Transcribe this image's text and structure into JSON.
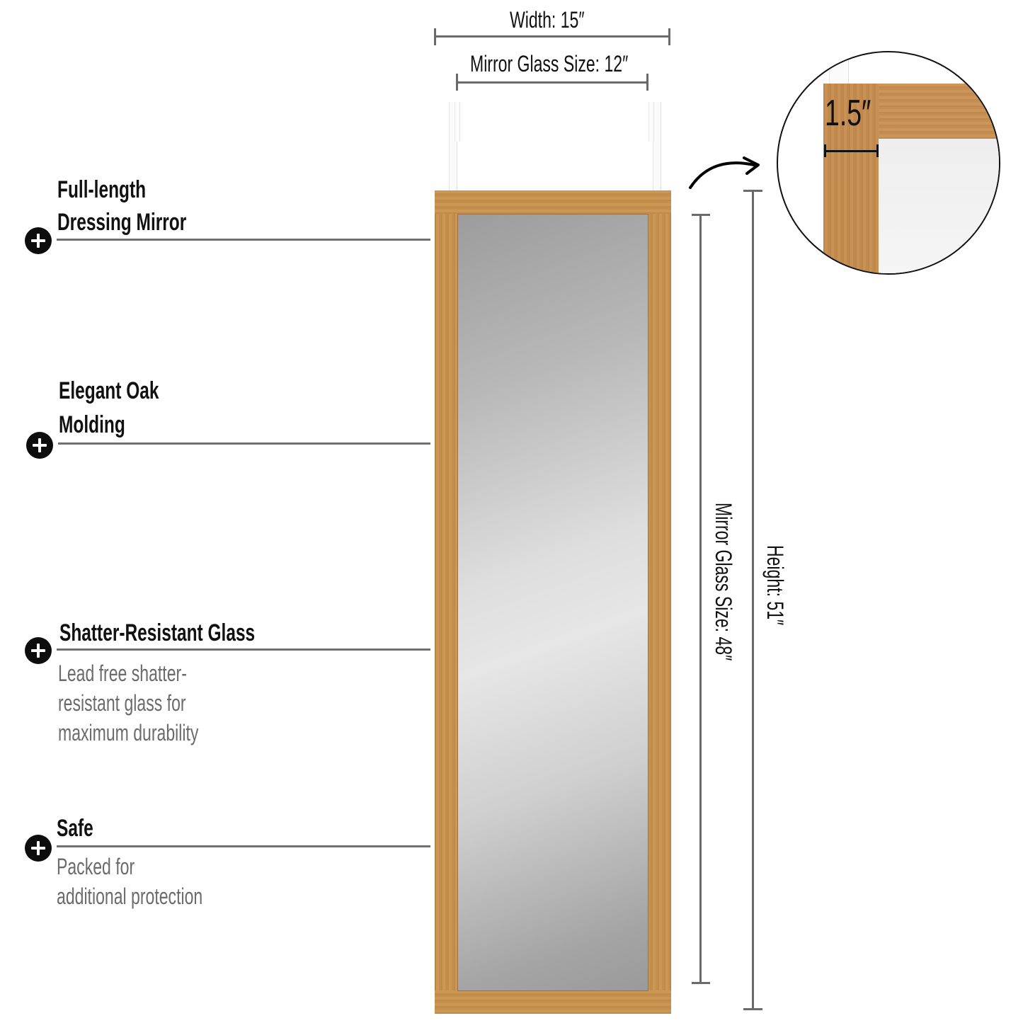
{
  "dimensions": {
    "width_label": "Width: 15″",
    "glass_width_label": "Mirror Glass Size: 12″",
    "glass_height_label": "Mirror Glass Size: 48″",
    "height_label": "Height: 51″",
    "frame_width_label": "1.5″"
  },
  "features": [
    {
      "title_line1": "Full-length",
      "title_line2": "Dressing Mirror",
      "icon": "plus-circle-icon"
    },
    {
      "title_line1": "Elegant Oak",
      "title_line2": "Molding",
      "icon": "plus-circle-icon"
    },
    {
      "title": "Shatter-Resistant Glass",
      "desc_lines": [
        "Lead free shatter-",
        "resistant glass for",
        "maximum durability"
      ],
      "icon": "plus-circle-icon"
    },
    {
      "title": "Safe",
      "desc_lines": [
        "Packed for",
        "additional protection"
      ],
      "icon": "plus-circle-icon"
    }
  ],
  "colors": {
    "frame_oak": "#c8924f",
    "glass_gray": "#b0b0b0",
    "text_dark": "#111111",
    "text_gray": "#6b6b6b",
    "rule_gray": "#707070"
  }
}
